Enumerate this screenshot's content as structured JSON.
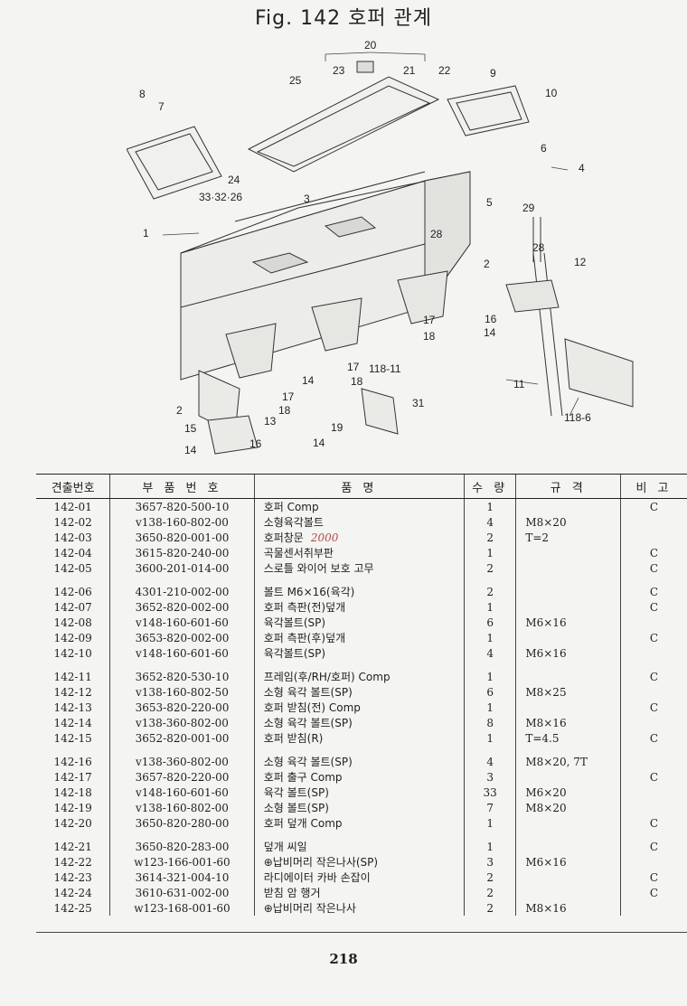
{
  "title": "Fig. 142  호퍼 관계",
  "diagram": {
    "callouts": [
      "20",
      "23",
      "21",
      "22",
      "25",
      "9",
      "10",
      "8",
      "7",
      "6",
      "4",
      "24",
      "33·32·26",
      "3",
      "5",
      "29",
      "28",
      "1",
      "28",
      "2",
      "12",
      "16",
      "17",
      "18",
      "14",
      "17",
      "18",
      "118-11",
      "31",
      "11",
      "2",
      "17",
      "18",
      "13",
      "15",
      "19",
      "14",
      "16",
      "14",
      "118-6",
      "14"
    ]
  },
  "table": {
    "headers": [
      "견출번호",
      "부 품 번 호",
      "품        명",
      "수 량",
      "규  격",
      "비 고"
    ],
    "rows": [
      {
        "no": "142-01",
        "pn": "3657-820-500-10",
        "name": "호퍼 Comp",
        "qty": "1",
        "spec": "",
        "note": "C",
        "hand": ""
      },
      {
        "no": "142-02",
        "pn": "v138-160-802-00",
        "name": "소형육각볼트",
        "qty": "4",
        "spec": "M8×20",
        "note": "",
        "hand": ""
      },
      {
        "no": "142-03",
        "pn": "3650-820-001-00",
        "name": "호퍼창문",
        "qty": "2",
        "spec": "T=2",
        "note": "",
        "hand": "2000"
      },
      {
        "no": "142-04",
        "pn": "3615-820-240-00",
        "name": "곡물센서취부판",
        "qty": "1",
        "spec": "",
        "note": "C",
        "hand": ""
      },
      {
        "no": "142-05",
        "pn": "3600-201-014-00",
        "name": "스로틀 와이어 보호 고무",
        "qty": "2",
        "spec": "",
        "note": "C",
        "hand": ""
      },
      {
        "no": "142-06",
        "pn": "4301-210-002-00",
        "name": "볼트 M6×16(육각)",
        "qty": "2",
        "spec": "",
        "note": "C",
        "hand": ""
      },
      {
        "no": "142-07",
        "pn": "3652-820-002-00",
        "name": "호퍼 측판(전)덮개",
        "qty": "1",
        "spec": "",
        "note": "C",
        "hand": ""
      },
      {
        "no": "142-08",
        "pn": "v148-160-601-60",
        "name": "육각볼트(SP)",
        "qty": "6",
        "spec": "M6×16",
        "note": "",
        "hand": ""
      },
      {
        "no": "142-09",
        "pn": "3653-820-002-00",
        "name": "호퍼 측판(후)덮개",
        "qty": "1",
        "spec": "",
        "note": "C",
        "hand": ""
      },
      {
        "no": "142-10",
        "pn": "v148-160-601-60",
        "name": "육각볼트(SP)",
        "qty": "4",
        "spec": "M6×16",
        "note": "",
        "hand": ""
      },
      {
        "no": "142-11",
        "pn": "3652-820-530-10",
        "name": "프레임(후/RH/호퍼) Comp",
        "qty": "1",
        "spec": "",
        "note": "C",
        "hand": ""
      },
      {
        "no": "142-12",
        "pn": "v138-160-802-50",
        "name": "소형 육각 볼트(SP)",
        "qty": "6",
        "spec": "M8×25",
        "note": "",
        "hand": ""
      },
      {
        "no": "142-13",
        "pn": "3653-820-220-00",
        "name": "호퍼 받침(전) Comp",
        "qty": "1",
        "spec": "",
        "note": "C",
        "hand": ""
      },
      {
        "no": "142-14",
        "pn": "v138-360-802-00",
        "name": "소형 육각 볼트(SP)",
        "qty": "8",
        "spec": "M8×16",
        "note": "",
        "hand": ""
      },
      {
        "no": "142-15",
        "pn": "3652-820-001-00",
        "name": "호퍼 받침(R)",
        "qty": "1",
        "spec": "T=4.5",
        "note": "C",
        "hand": ""
      },
      {
        "no": "142-16",
        "pn": "v138-360-802-00",
        "name": "소형 육각 볼트(SP)",
        "qty": "4",
        "spec": "M8×20, 7T",
        "note": "",
        "hand": ""
      },
      {
        "no": "142-17",
        "pn": "3657-820-220-00",
        "name": "호퍼 출구 Comp",
        "qty": "3",
        "spec": "",
        "note": "C",
        "hand": ""
      },
      {
        "no": "142-18",
        "pn": "v148-160-601-60",
        "name": "육각 볼트(SP)",
        "qty": "33",
        "spec": "M6×20",
        "note": "",
        "hand": ""
      },
      {
        "no": "142-19",
        "pn": "v138-160-802-00",
        "name": "소형 볼트(SP)",
        "qty": "7",
        "spec": "M8×20",
        "note": "",
        "hand": ""
      },
      {
        "no": "142-20",
        "pn": "3650-820-280-00",
        "name": "호퍼 덮개 Comp",
        "qty": "1",
        "spec": "",
        "note": "C",
        "hand": ""
      },
      {
        "no": "142-21",
        "pn": "3650-820-283-00",
        "name": "덮개 씨일",
        "qty": "1",
        "spec": "",
        "note": "C",
        "hand": ""
      },
      {
        "no": "142-22",
        "pn": "w123-166-001-60",
        "name": "⊕납비머리 작은나사(SP)",
        "qty": "3",
        "spec": "M6×16",
        "note": "",
        "hand": ""
      },
      {
        "no": "142-23",
        "pn": "3614-321-004-10",
        "name": "라디에이터 카바 손잡이",
        "qty": "2",
        "spec": "",
        "note": "C",
        "hand": ""
      },
      {
        "no": "142-24",
        "pn": "3610-631-002-00",
        "name": "받침 암 행거",
        "qty": "2",
        "spec": "",
        "note": "C",
        "hand": ""
      },
      {
        "no": "142-25",
        "pn": "w123-168-001-60",
        "name": "⊕납비머리 작은나사",
        "qty": "2",
        "spec": "M8×16",
        "note": "",
        "hand": ""
      }
    ]
  },
  "page_number": "218"
}
